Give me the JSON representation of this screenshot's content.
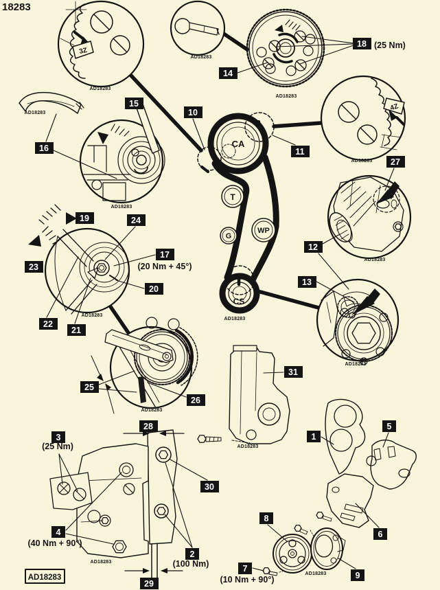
{
  "page": {
    "number": "18283"
  },
  "diagram": {
    "source_code": "AD18283",
    "boxed_code": "AD18283",
    "background": "#f8f5da",
    "ink": "#141414",
    "callout_box_color": "#0b0b0b",
    "callout_text_color": "#ffffff"
  },
  "callouts": [
    "1",
    "2",
    "3",
    "4",
    "5",
    "6",
    "7",
    "8",
    "9",
    "10",
    "11",
    "12",
    "13",
    "14",
    "15",
    "16",
    "17",
    "18",
    "19",
    "20",
    "21",
    "22",
    "23",
    "24",
    "25",
    "26",
    "27",
    "28",
    "29",
    "30",
    "31"
  ],
  "torques": {
    "bolts_18": "(25 Nm)",
    "bolt_17": "(20 Nm + 45°)",
    "bolts_3": "(25 Nm)",
    "bolts_4": "(40 Nm + 90°)",
    "nut_2": "(100 Nm)",
    "bolt_7": "(10 Nm + 90°)"
  },
  "belt": {
    "camshaft": "CA",
    "tensioner": "T",
    "guide": "G",
    "water_pump": "WP",
    "crankshaft": "CS"
  },
  "timing_marks": {
    "left": "3Z",
    "right": "4Z"
  }
}
